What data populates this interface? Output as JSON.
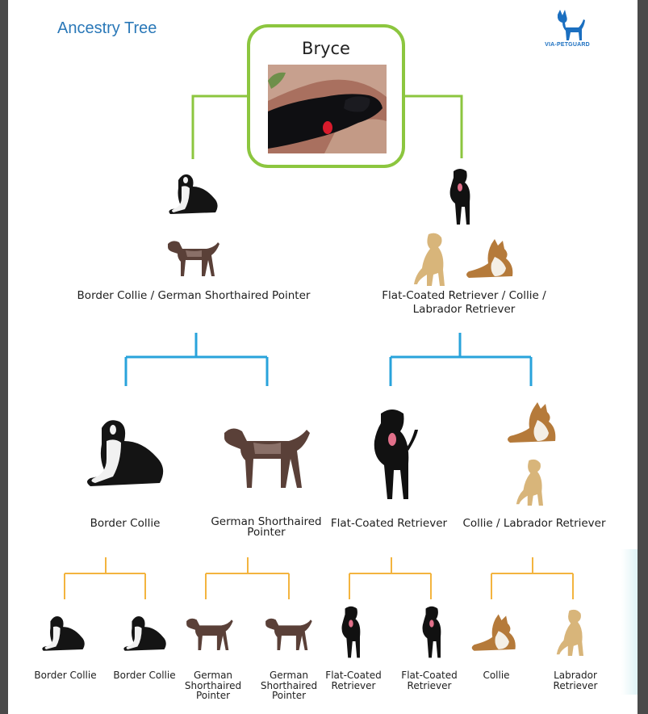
{
  "header": {
    "title": "Ancestry Tree",
    "brand": "VIA-PETGUARD"
  },
  "root": {
    "name": "Bryce"
  },
  "parents": [
    {
      "label": "Border Collie / German Shorthaired Pointer"
    },
    {
      "label": "Flat-Coated Retriever / Collie / Labrador Retriever"
    }
  ],
  "grandparents": [
    {
      "label": "Border Collie"
    },
    {
      "label": "German Shorthaired Pointer"
    },
    {
      "label": "Flat-Coated Retriever"
    },
    {
      "label": "Collie / Labrador Retriever"
    }
  ],
  "great_grandparents": [
    {
      "label": "Border Collie"
    },
    {
      "label": "Border Collie"
    },
    {
      "label": "German Shorthaired Pointer"
    },
    {
      "label": "German Shorthaired Pointer"
    },
    {
      "label": "Flat-Coated Retriever"
    },
    {
      "label": "Flat-Coated Retriever"
    },
    {
      "label": "Collie"
    },
    {
      "label": "Labrador Retriever"
    }
  ],
  "colors": {
    "level0": "#8cc63f",
    "level1": "#29a3db",
    "level2": "#f3b43f",
    "title": "#2a78b8"
  }
}
